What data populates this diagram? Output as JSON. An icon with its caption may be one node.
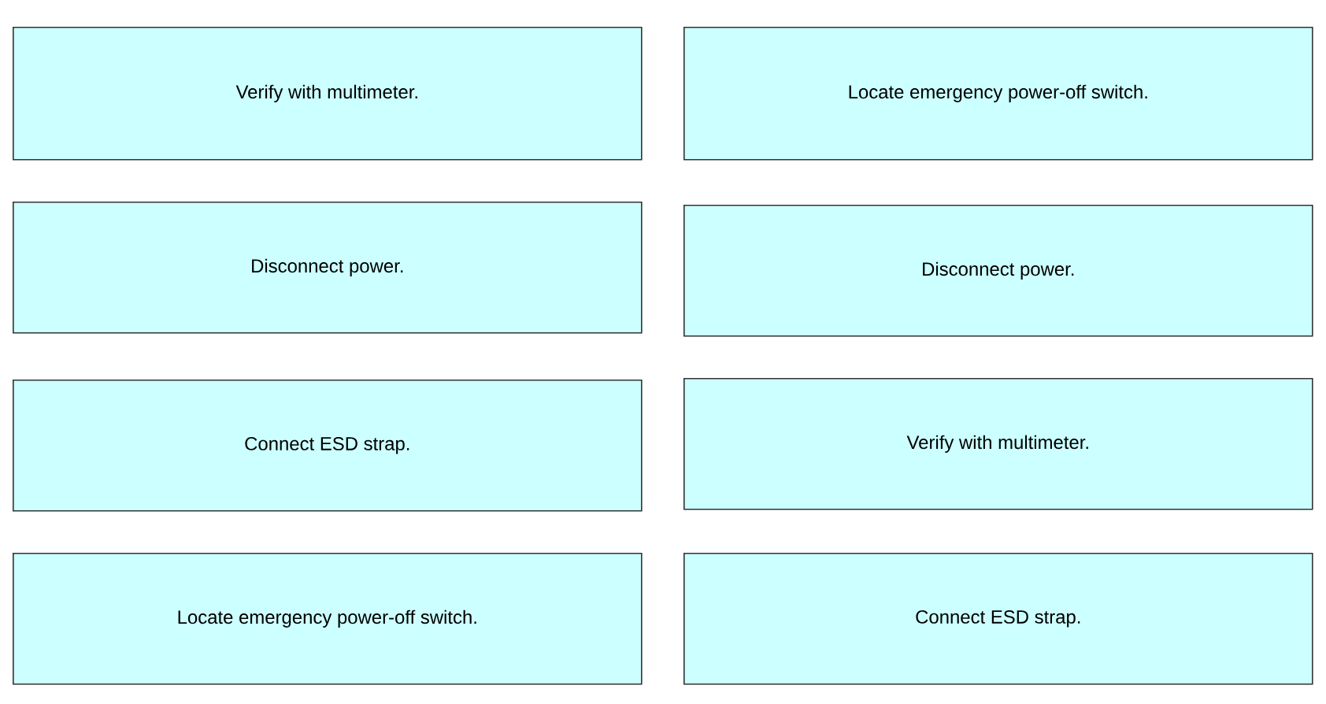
{
  "diagram": {
    "nodes": [
      {
        "text": [
          "Verify with multimeter."
        ]
      },
      {
        "text": [
          "Locate emergency power-off switch."
        ]
      },
      {
        "text": [
          "Disconnect power."
        ]
      },
      {
        "text": [
          "Disconnect power."
        ]
      },
      {
        "text": [
          "Connect ESD strap."
        ]
      },
      {
        "text": [
          "Verify with multimeter."
        ]
      },
      {
        "text": [
          "Locate emergency power-off switch."
        ]
      },
      {
        "text": [
          "Connect ESD strap."
        ]
      }
    ]
  }
}
